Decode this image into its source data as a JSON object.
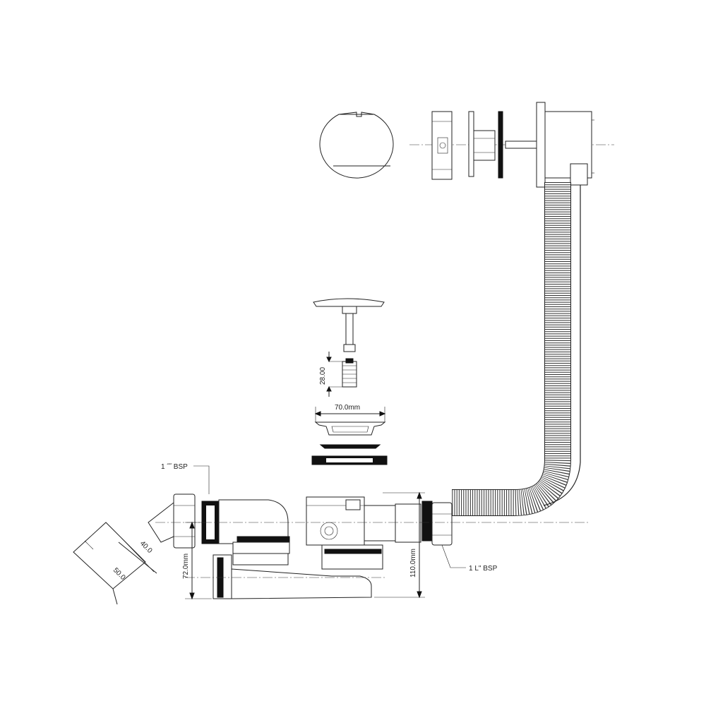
{
  "diagram": {
    "labels": {
      "inlet_thread": "1 ˝˝ BSP",
      "outlet_thread": "1 L\" BSP"
    },
    "dimensions": {
      "plug_height": "28.00",
      "flange_width": "70.0mm",
      "outlet_height": "72.0mm",
      "trap_height": "110.0mm",
      "angled_width": "40.0",
      "angled_length": "50.0"
    },
    "colors": {
      "line": "#222222",
      "fill": "#ffffff",
      "seal": "#111111"
    }
  }
}
